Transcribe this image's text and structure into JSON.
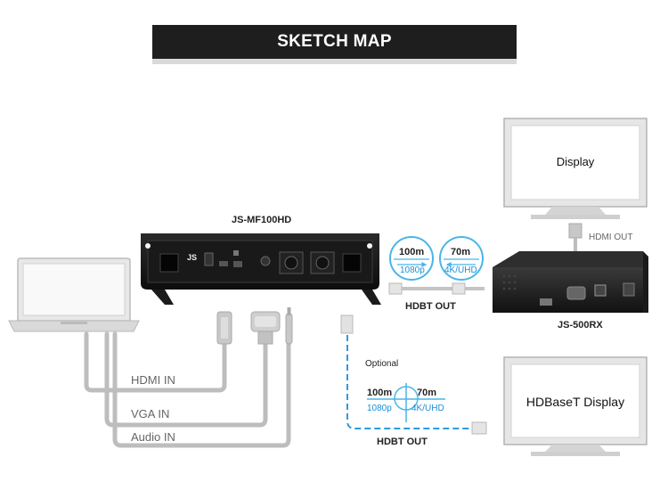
{
  "banner": {
    "title": "SKETCH MAP"
  },
  "devices": {
    "main_unit": "JS-MF100HD",
    "receiver": "JS-500RX",
    "display": "Display",
    "hdbaset_display": "HDBaseT Display"
  },
  "labels": {
    "hdmi_out": "HDMI OUT",
    "hdbt_out_top": "HDBT OUT",
    "hdbt_out_bottom": "HDBT OUT",
    "optional": "Optional",
    "hdmi_in": "HDMI IN",
    "vga_in": "VGA IN",
    "audio_in": "Audio IN"
  },
  "distance_top": {
    "a_dist": "100m",
    "a_res": "1080p",
    "b_dist": "70m",
    "b_res": "4K/UHD"
  },
  "distance_bottom": {
    "a_dist": "100m",
    "a_res": "1080p",
    "b_dist": "70m",
    "b_res": "4K/UHD"
  },
  "colors": {
    "banner_bg": "#1e1e1e",
    "accent_blue": "#1a8fd8",
    "cable_grey": "#b8b8b8"
  }
}
